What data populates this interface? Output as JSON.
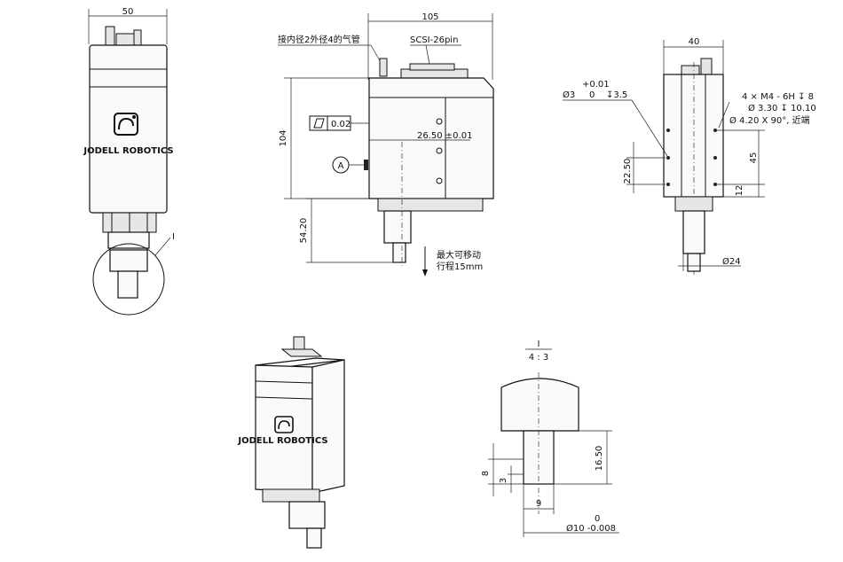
{
  "brand": {
    "logo_text": "JODELL ROBOTICS"
  },
  "front_view": {
    "width_dim": "50",
    "detail_mark": "I"
  },
  "side_view": {
    "width_dim": "105",
    "height_dim": "104",
    "stroke_dim": "54.20",
    "flatness_value": "0.02",
    "center_dim": "26.50 ±0.01",
    "datum_label": "A",
    "air_pipe_note": "接内径2外径4的气管",
    "connector_note": "SCSI-26pin",
    "max_travel_note_1": "最大可移动",
    "max_travel_note_2": "行程15mm"
  },
  "right_view": {
    "width_dim": "40",
    "pin_tol": "+0.01",
    "pin_dia": "Ø3",
    "pin_tol_low": "0",
    "pin_depth": "↧3.5",
    "thread_note": "4 × M4 - 6H  ↧ 8",
    "drill_note": "Ø 3.30  ↧ 10.10",
    "csk_note": "Ø 4.20 X 90°, 近端",
    "dim_45": "45",
    "dim_12": "12",
    "dim_22_50": "22.50",
    "shaft_dia": "Ø24"
  },
  "detail_view": {
    "label": "I",
    "scale": "4 : 3",
    "dim_16_50": "16.50",
    "dim_8": "8",
    "dim_3": "3",
    "dim_9": "9",
    "tol_top": "0",
    "shaft_dia": "Ø10 -0.008"
  }
}
